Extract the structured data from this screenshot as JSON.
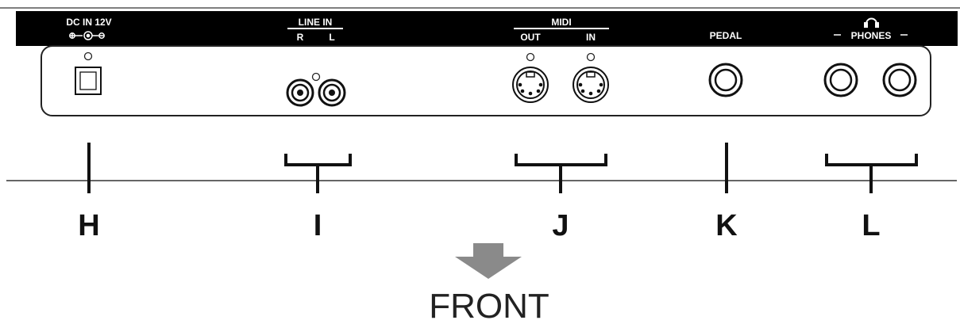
{
  "strip_labels": {
    "dc_in": "DC IN 12V",
    "line_in": "LINE IN",
    "line_r": "R",
    "line_l": "L",
    "midi": "MIDI",
    "midi_out": "OUT",
    "midi_in": "IN",
    "pedal": "PEDAL",
    "phones": "PHONES"
  },
  "callouts": [
    "H",
    "I",
    "J",
    "K",
    "L"
  ],
  "front_label": "FRONT",
  "colors": {
    "strip": "#000000",
    "line": "#111111",
    "panel_border": "#222222",
    "arrow": "#8a8a8a",
    "text_dark": "#111111"
  },
  "icons": {
    "dc_polarity": "polarity-symbol-icon",
    "headphones": "headphones-icon",
    "arrow": "arrow-down-icon"
  }
}
